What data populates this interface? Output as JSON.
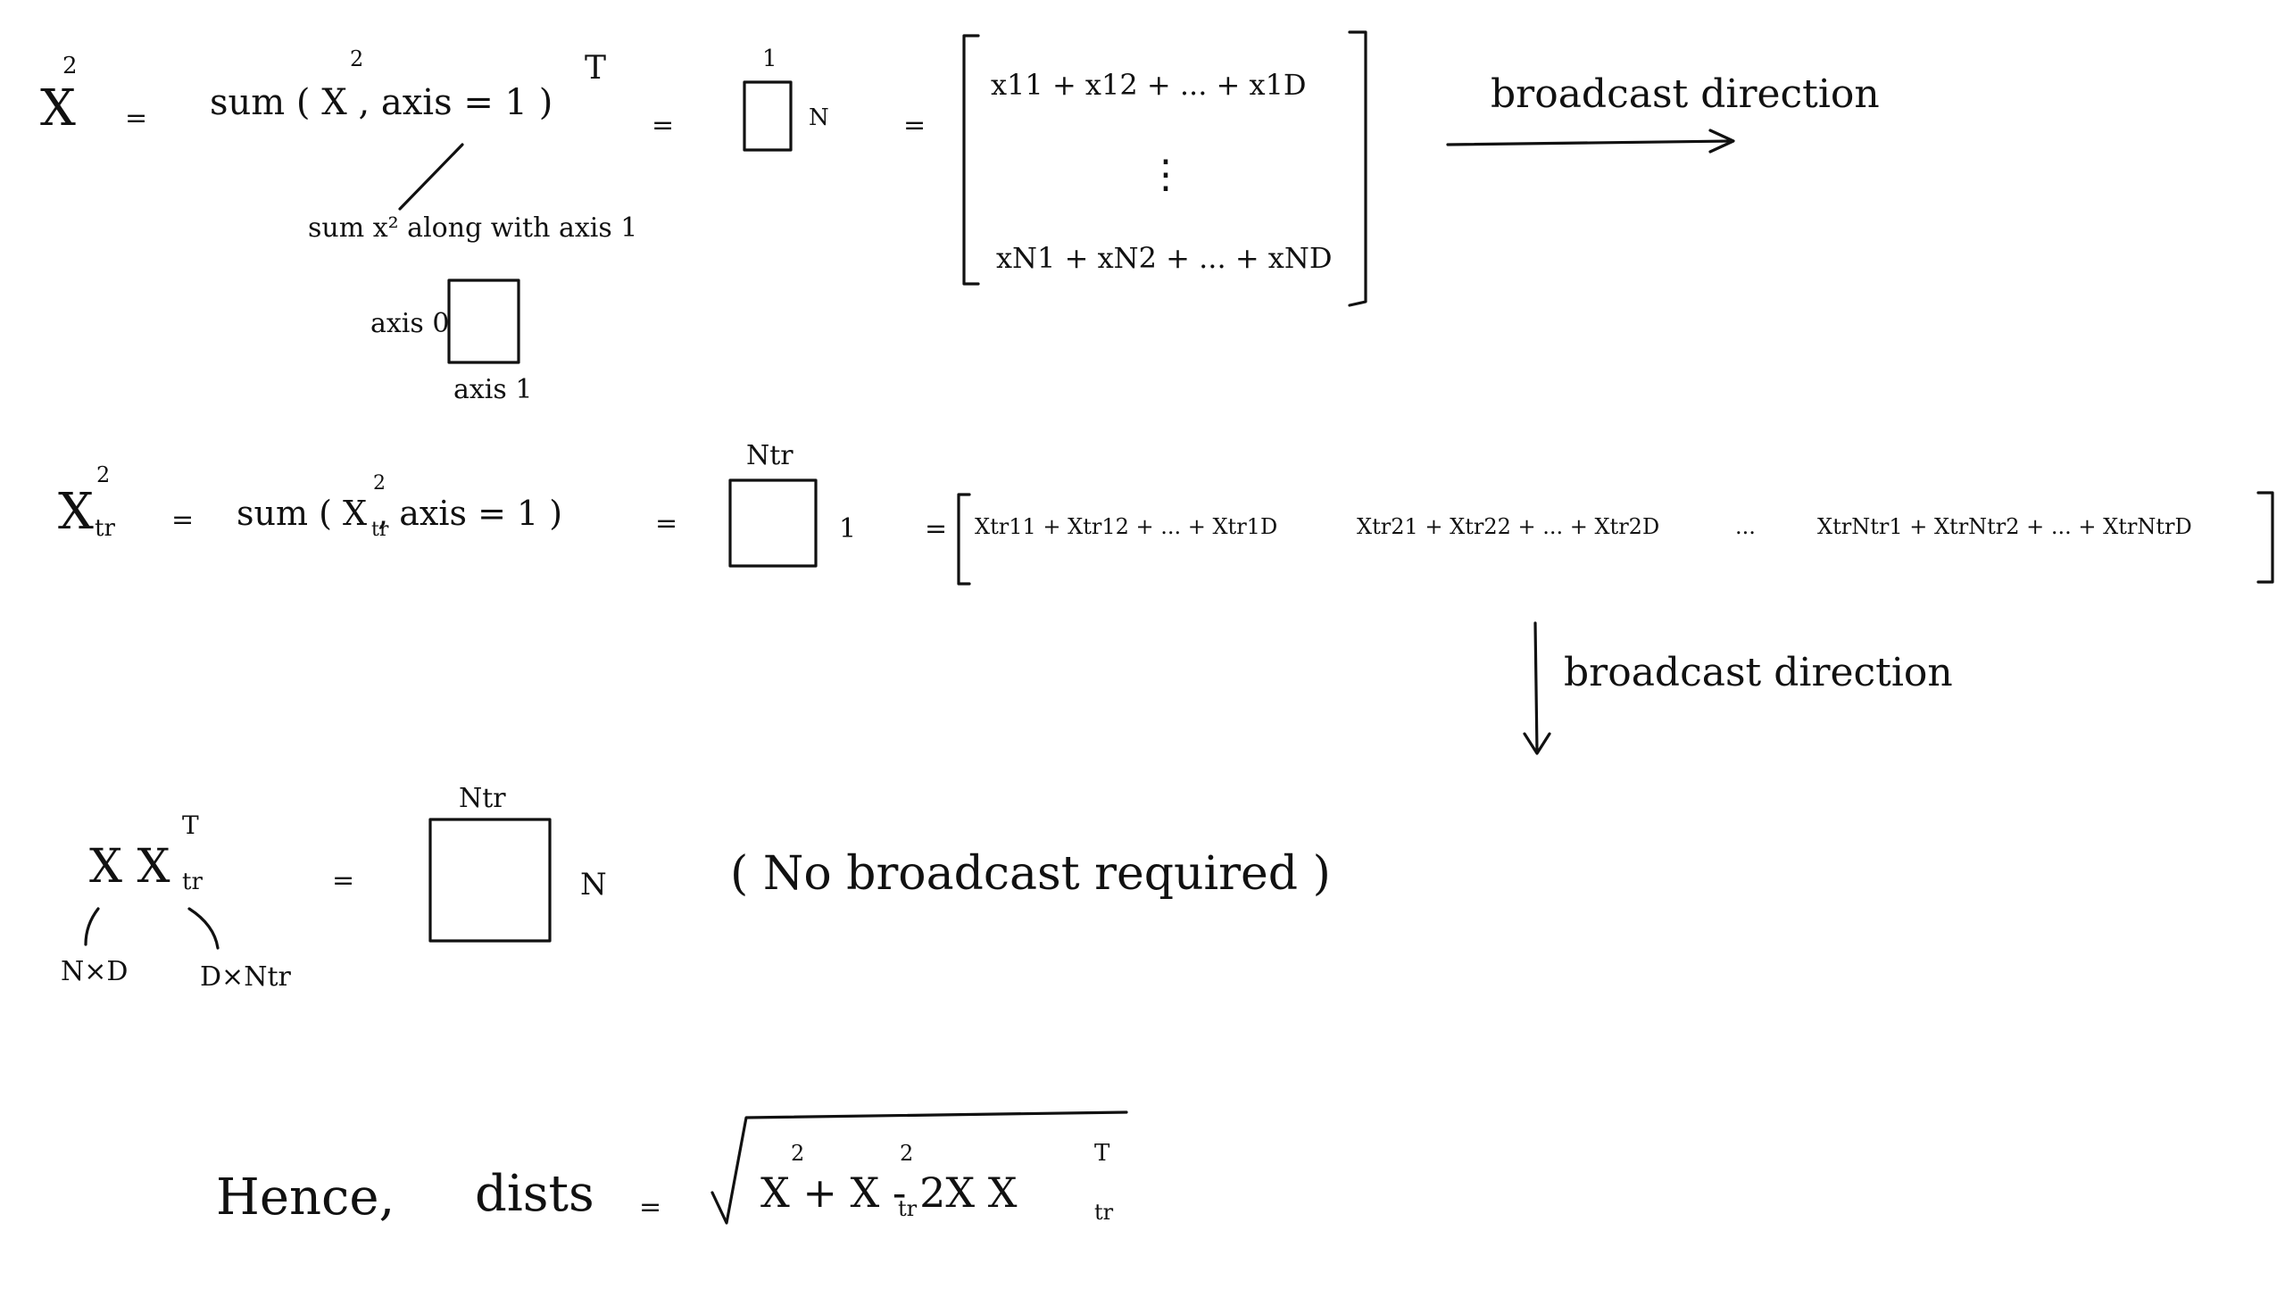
{
  "eq1": {
    "lhs": "X",
    "lhs_exp": "2",
    "eq_a": "=",
    "rhs": "sum ( X , axis = 1 )",
    "rhs_inner_exp": "2",
    "rhs_exp": "T",
    "eq_b": "=",
    "box_top": "1",
    "box_side": "N",
    "eq_c": "=",
    "matrix_row1": "x11 + x12 + ... + x1D",
    "matrix_dots": "⋮",
    "matrix_row2": "xN1 + xN2 + ... + xND",
    "broadcast_label": "broadcast direction",
    "annotation": "sum x² along with axis 1",
    "axis0_label": "axis 0",
    "axis1_label": "axis 1"
  },
  "eq2": {
    "lhs": "X",
    "lhs_sub": "tr",
    "lhs_exp": "2",
    "eq_a": "=",
    "rhs": "sum ( X , axis = 1 )",
    "rhs_sub": "tr",
    "rhs_exp": "2",
    "eq_b": "=",
    "box_top": "Ntr",
    "box_side": "1",
    "eq_c": "=",
    "row_part1": "Xtr11 + Xtr12 + ... + Xtr1D",
    "row_part2": "Xtr21 + Xtr22 + ... + Xtr2D",
    "row_ellipsis": "...",
    "row_part3": "XtrNtr1 + XtrNtr2 + ... + XtrNtrD",
    "broadcast_label": "broadcast direction"
  },
  "eq3": {
    "lhs": "X X",
    "lhs_sub": "tr",
    "lhs_exp": "T",
    "dim_left": "N×D",
    "dim_right": "D×Ntr",
    "eq": "=",
    "box_top": "Ntr",
    "box_side": "N",
    "note": "( No broadcast required )"
  },
  "eq4": {
    "prefix": "Hence,",
    "name": "dists",
    "eq": "=",
    "radicand": "X  + X    - 2X X",
    "exp_a": "2",
    "exp_b": "2",
    "sub_b": "tr",
    "sub_c": "tr",
    "exp_c": "T"
  }
}
